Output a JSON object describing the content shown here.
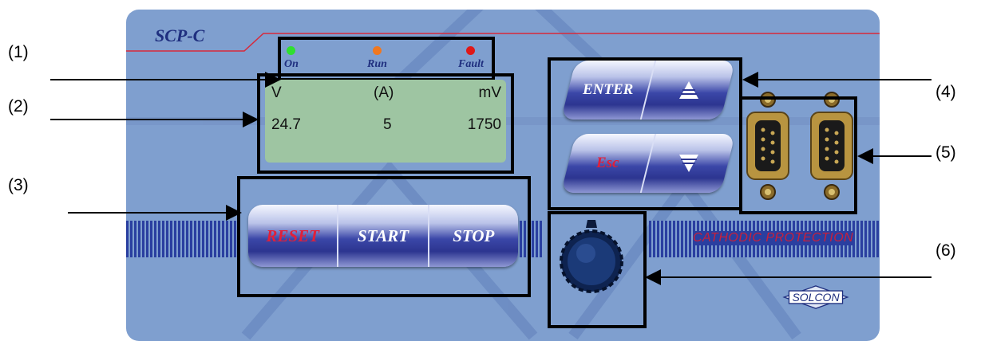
{
  "brand": {
    "model": "SCP-C",
    "manufacturer": "SOLCON"
  },
  "indicators": [
    {
      "label": "On",
      "color": "#2fe02f"
    },
    {
      "label": "Run",
      "color": "#f07820"
    },
    {
      "label": "Fault",
      "color": "#e01818"
    }
  ],
  "display": {
    "headers": [
      "V",
      "(A)",
      "mV"
    ],
    "values": [
      "24.7",
      "5",
      "1750"
    ]
  },
  "control_buttons": [
    {
      "label": "RESET",
      "color": "#e0203a"
    },
    {
      "label": "START",
      "color": "#ffffff"
    },
    {
      "label": "STOP",
      "color": "#ffffff"
    }
  ],
  "nav_buttons": {
    "enter": "ENTER",
    "esc": "Esc",
    "up_icon": "up-arrow-icon",
    "down_icon": "down-arrow-icon"
  },
  "panel_caption": "CATHODIC PROTECTION",
  "callouts": [
    "(1)",
    "(2)",
    "(3)",
    "(4)",
    "(5)",
    "(6)"
  ],
  "colors": {
    "panel": "#7f9fcf",
    "accent_blue": "#2a3fa0",
    "red_text": "#c8203a",
    "lcd": "#9ec5a2"
  }
}
